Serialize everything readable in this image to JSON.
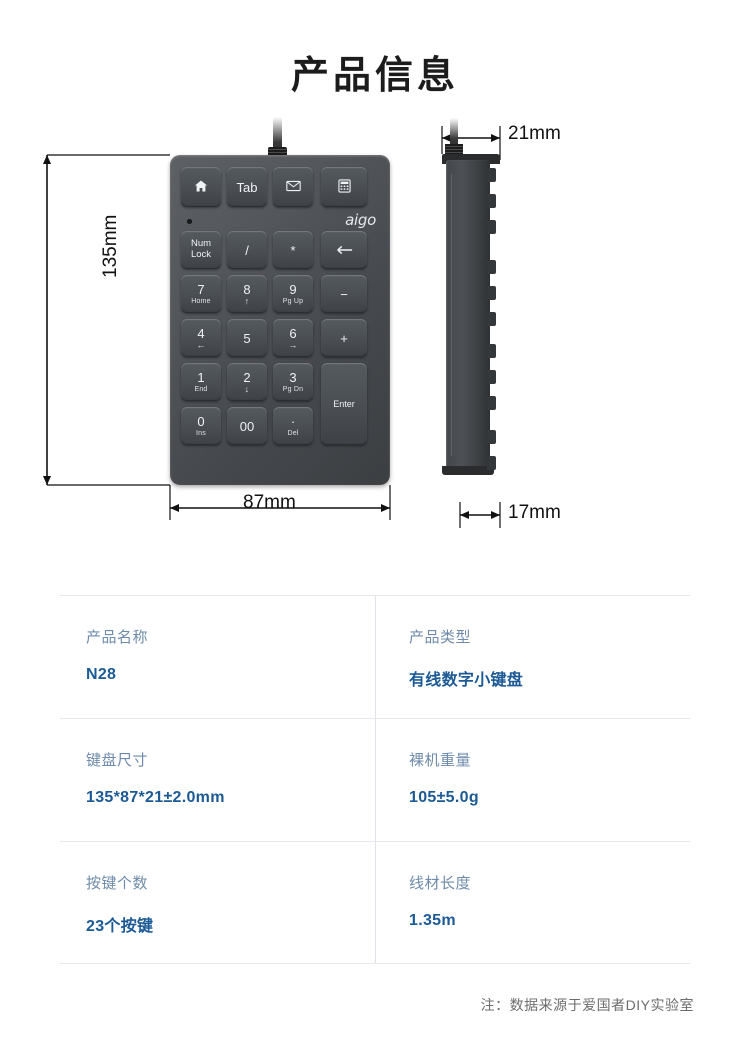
{
  "page": {
    "title": "产品信息",
    "footnote": "注：数据来源于爱国者DIY实验室",
    "accent_label_color": "#6e8bab",
    "accent_value_color": "#1c5a96",
    "device_body_color": "#4a4e52"
  },
  "diagram": {
    "brand": "aigo",
    "dimensions": {
      "height": "135mm",
      "width": "87mm",
      "thickness_top": "21mm",
      "thickness_bottom": "17mm"
    },
    "keys": [
      {
        "main": "",
        "sub": "",
        "icon": "home-icon",
        "row": 0,
        "col": 0
      },
      {
        "main": "Tab",
        "sub": "",
        "icon": "",
        "row": 0,
        "col": 1
      },
      {
        "main": "✉",
        "sub": "",
        "icon": "envelope-icon",
        "row": 0,
        "col": 2
      },
      {
        "main": "▦",
        "sub": "",
        "icon": "calculator-icon",
        "row": 0,
        "col": 3
      },
      {
        "main": "Num Lock",
        "sub": "",
        "icon": "",
        "row": 1,
        "col": 0
      },
      {
        "main": "/",
        "sub": "",
        "icon": "",
        "row": 1,
        "col": 1
      },
      {
        "main": "*",
        "sub": "",
        "icon": "",
        "row": 1,
        "col": 2
      },
      {
        "main": "←",
        "sub": "",
        "icon": "backspace-icon",
        "row": 1,
        "col": 3
      },
      {
        "main": "7",
        "sub": "Home",
        "icon": "",
        "row": 2,
        "col": 0
      },
      {
        "main": "8",
        "sub": "↑",
        "icon": "",
        "row": 2,
        "col": 1
      },
      {
        "main": "9",
        "sub": "Pg Up",
        "icon": "",
        "row": 2,
        "col": 2
      },
      {
        "main": "−",
        "sub": "",
        "icon": "",
        "row": 2,
        "col": 3
      },
      {
        "main": "4",
        "sub": "←",
        "icon": "",
        "row": 3,
        "col": 0
      },
      {
        "main": "5",
        "sub": "",
        "icon": "",
        "row": 3,
        "col": 1
      },
      {
        "main": "6",
        "sub": "→",
        "icon": "",
        "row": 3,
        "col": 2
      },
      {
        "main": "+",
        "sub": "",
        "icon": "",
        "row": 3,
        "col": 3
      },
      {
        "main": "1",
        "sub": "End",
        "icon": "",
        "row": 4,
        "col": 0
      },
      {
        "main": "2",
        "sub": "↓",
        "icon": "",
        "row": 4,
        "col": 1
      },
      {
        "main": "3",
        "sub": "Pg Dn",
        "icon": "",
        "row": 4,
        "col": 2
      },
      {
        "main": "Enter",
        "sub": "",
        "icon": "",
        "row": 4,
        "col": 3
      },
      {
        "main": "0",
        "sub": "Ins",
        "icon": "",
        "row": 5,
        "col": 0
      },
      {
        "main": "00",
        "sub": "",
        "icon": "",
        "row": 5,
        "col": 1
      },
      {
        "main": "·",
        "sub": "Del",
        "icon": "",
        "row": 5,
        "col": 2
      }
    ],
    "key_count_note": "23"
  },
  "specs": [
    {
      "left": {
        "label": "产品名称",
        "value": "N28"
      },
      "right": {
        "label": "产品类型",
        "value": "有线数字小键盘"
      }
    },
    {
      "left": {
        "label": "键盘尺寸",
        "value": "135*87*21±2.0mm"
      },
      "right": {
        "label": "裸机重量",
        "value": "105±5.0g"
      }
    },
    {
      "left": {
        "label": "按键个数",
        "value": "23个按键"
      },
      "right": {
        "label": "线材长度",
        "value": "1.35m"
      }
    }
  ]
}
